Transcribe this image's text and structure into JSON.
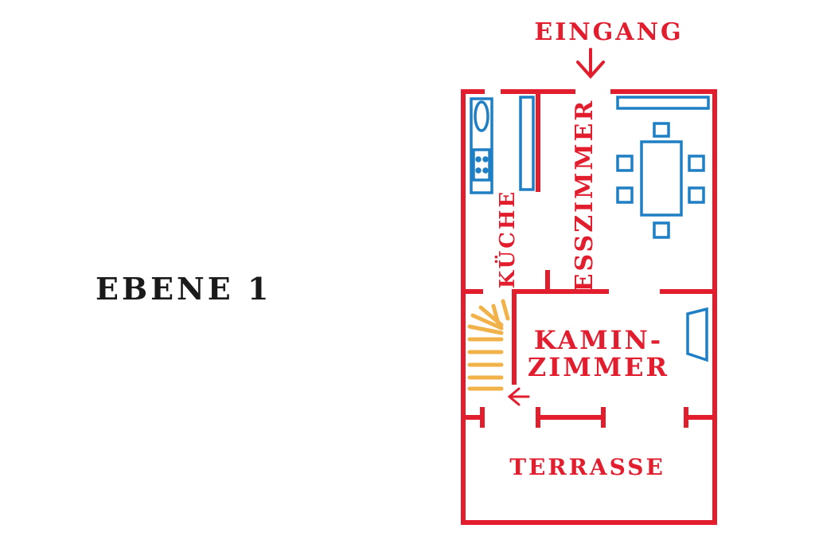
{
  "level": {
    "label": "EBENE 1"
  },
  "plan": {
    "entrance_label": "EINGANG",
    "kitchen_label": "KÜCHE",
    "dining_label": "ESSZIMMER",
    "fireplace_label_line1": "KAMIN-",
    "fireplace_label_line2": "ZIMMER",
    "terrace_label": "TERRASSE"
  },
  "colors": {
    "walls": "#e11d2e",
    "furniture": "#1f7fc4",
    "stairs": "#f2b24a",
    "label_dark": "#1a1a1a"
  }
}
